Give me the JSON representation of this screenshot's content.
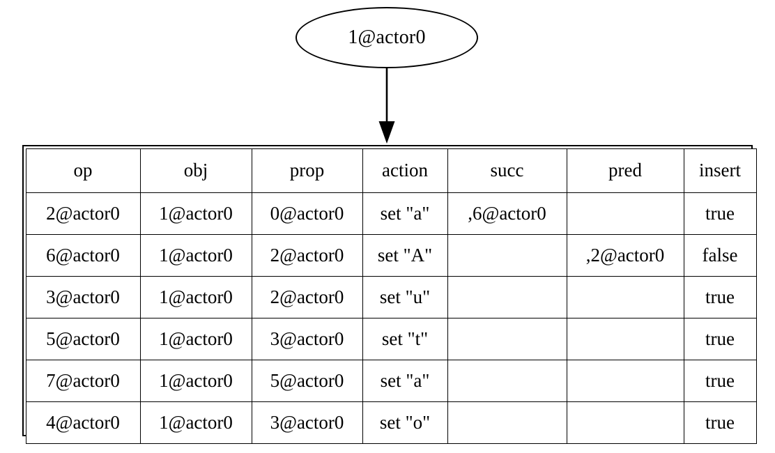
{
  "graph": {
    "node": {
      "id": "ellipse-node",
      "label": "1@actor0",
      "shape": "ellipse"
    },
    "edge": {
      "name": "arrow-ellipse-to-table",
      "direction": "down",
      "arrowhead": "filled-triangle"
    },
    "table": {
      "columns": [
        "op",
        "obj",
        "prop",
        "action",
        "succ",
        "pred",
        "insert"
      ],
      "rows": [
        {
          "op": "2@actor0",
          "obj": "1@actor0",
          "prop": "0@actor0",
          "action": "set \"a\"",
          "succ": ",6@actor0",
          "pred": "",
          "insert": "true"
        },
        {
          "op": "6@actor0",
          "obj": "1@actor0",
          "prop": "2@actor0",
          "action": "set \"A\"",
          "succ": "",
          "pred": ",2@actor0",
          "insert": "false"
        },
        {
          "op": "3@actor0",
          "obj": "1@actor0",
          "prop": "2@actor0",
          "action": "set \"u\"",
          "succ": "",
          "pred": "",
          "insert": "true"
        },
        {
          "op": "5@actor0",
          "obj": "1@actor0",
          "prop": "3@actor0",
          "action": "set \"t\"",
          "succ": "",
          "pred": "",
          "insert": "true"
        },
        {
          "op": "7@actor0",
          "obj": "1@actor0",
          "prop": "5@actor0",
          "action": "set \"a\"",
          "succ": "",
          "pred": "",
          "insert": "true"
        },
        {
          "op": "4@actor0",
          "obj": "1@actor0",
          "prop": "3@actor0",
          "action": "set \"o\"",
          "succ": "",
          "pred": "",
          "insert": "true"
        }
      ]
    }
  },
  "colors": {
    "stroke": "#000000",
    "fill": "#ffffff"
  }
}
